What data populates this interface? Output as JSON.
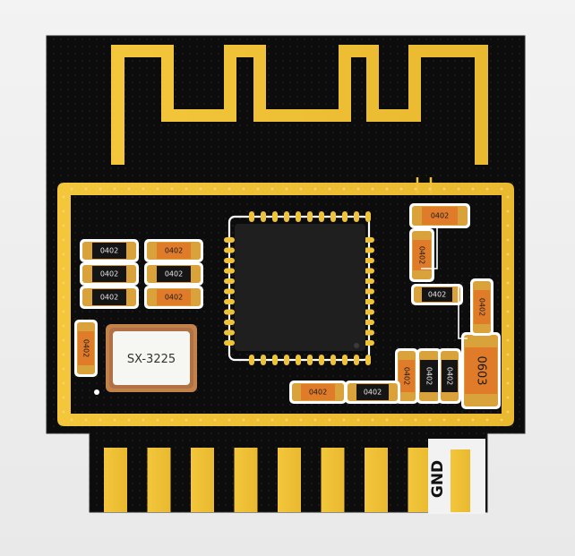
{
  "board": {
    "crystal_label": "SX-3225",
    "gnd_label": "GND",
    "colors": {
      "pcb": "#0c0c0c",
      "copper": "#f0c23a",
      "cap_body": "#e07b2a",
      "resistor_body": "#151515",
      "silkscreen": "#ffffff"
    },
    "components": [
      {
        "id": "r1",
        "label": "0402",
        "type": "resistor"
      },
      {
        "id": "c1",
        "label": "0402",
        "type": "capacitor"
      },
      {
        "id": "r2",
        "label": "0402",
        "type": "resistor"
      },
      {
        "id": "r3",
        "label": "0402",
        "type": "resistor"
      },
      {
        "id": "r4",
        "label": "0402",
        "type": "resistor"
      },
      {
        "id": "c2",
        "label": "0402",
        "type": "capacitor"
      },
      {
        "id": "c3",
        "label": "0402",
        "type": "capacitor"
      },
      {
        "id": "c4",
        "label": "0402",
        "type": "capacitor"
      },
      {
        "id": "r5",
        "label": "0402",
        "type": "resistor"
      },
      {
        "id": "c5",
        "label": "0402",
        "type": "capacitor"
      },
      {
        "id": "c6",
        "label": "0603",
        "type": "capacitor"
      },
      {
        "id": "c7",
        "label": "0402",
        "type": "capacitor"
      },
      {
        "id": "r6",
        "label": "0402",
        "type": "resistor"
      },
      {
        "id": "c8",
        "label": "0402",
        "type": "capacitor"
      },
      {
        "id": "r7",
        "label": "0402",
        "type": "resistor"
      },
      {
        "id": "r8",
        "label": "0402",
        "type": "resistor"
      },
      {
        "id": "c9",
        "label": "0402",
        "type": "capacitor"
      }
    ],
    "pins": 9
  }
}
